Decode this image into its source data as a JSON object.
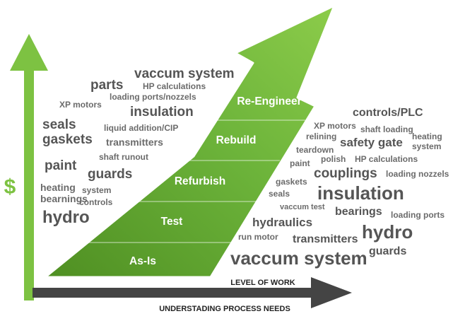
{
  "colors": {
    "accent_green": "#7dc242",
    "dark_green": "#4f8f22",
    "arrow_gray": "#444444",
    "word_gray": "#6b6b6b"
  },
  "axes": {
    "y_symbol": "$",
    "x_label_top": "LEVEL OF WORK",
    "x_label_bottom": "UNDERSTADING PROCESS NEEDS"
  },
  "stages": [
    "As-Is",
    "Test",
    "Refurbish",
    "Rebuild",
    "Re-Engineer"
  ],
  "words_left": [
    "vaccum system",
    "parts",
    "HP calculations",
    "loading ports/nozzels",
    "XP motors",
    "insulation",
    "seals",
    "liquid addition/CIP",
    "gaskets",
    "transmitters",
    "shaft runout",
    "paint",
    "guards",
    "heating",
    "system",
    "bearnings",
    "controls",
    "hydro"
  ],
  "words_right": [
    "controls/PLC",
    "XP motors",
    "shaft loading",
    "relining",
    "heating",
    "system",
    "safety gate",
    "teardown",
    "polish",
    "paint",
    "HP calculations",
    "couplings",
    "loading nozzels",
    "gaskets",
    "seals",
    "insulation",
    "vaccum test",
    "bearings",
    "loading ports",
    "hydraulics",
    "hydro",
    "run motor",
    "transmitters",
    "guards",
    "vaccum system"
  ]
}
